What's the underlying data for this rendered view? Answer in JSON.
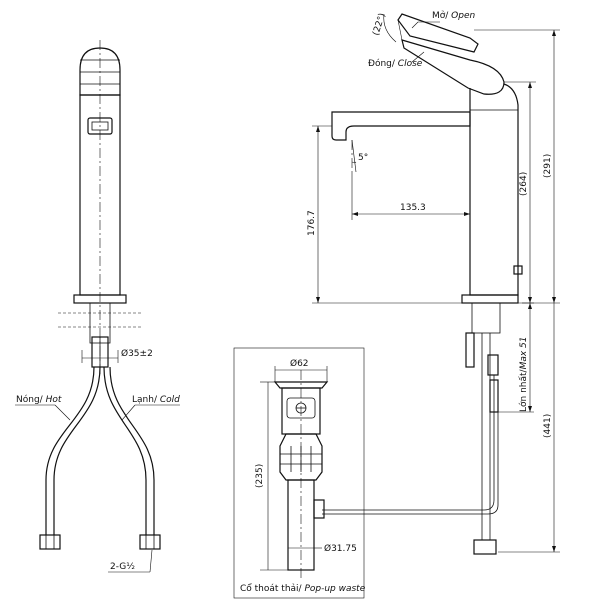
{
  "labels": {
    "open_vn": "Mở/",
    "open_en": " Open",
    "close_vn": "Đóng/",
    "close_en": " Close",
    "hot_vn": "Nóng/",
    "hot_en": " Hot",
    "cold_vn": "Lạnh/",
    "cold_en": " Cold",
    "thread": "2-G½",
    "waste_vn": "Cổ thoát thải/",
    "waste_en": " Pop-up waste",
    "lift_vn": "Lớn nhất/",
    "lift_en": "Max 51"
  },
  "dimensions": {
    "handle_angle": "(22°)",
    "tilt_angle": "5°",
    "reach": "135.3",
    "spout_height": "176.7",
    "body_height": "(264)",
    "total_height": "(291)",
    "below_deck": "(441)",
    "base_diameter": "Ø35±2",
    "waste_top_diameter": "Ø62",
    "waste_length": "(235)",
    "waste_pipe_diameter": "Ø31.75"
  }
}
